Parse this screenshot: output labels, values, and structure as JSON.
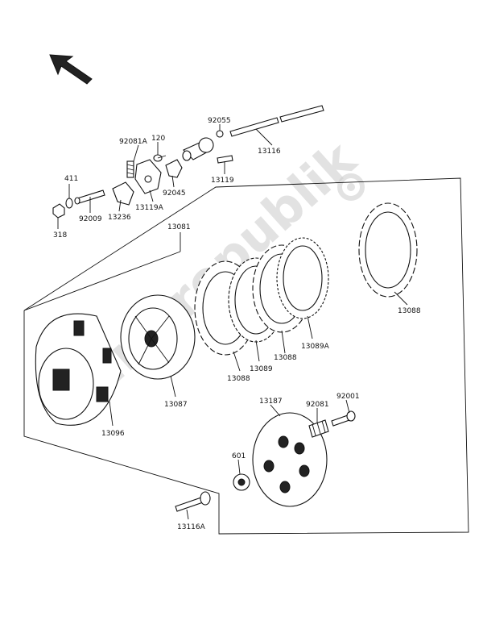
{
  "watermark": "Partsrepublik",
  "callouts": {
    "p92055": "92055",
    "p92081A": "92081A",
    "p120": "120",
    "p13116": "13116",
    "p13119": "13119",
    "p92045": "92045",
    "p13119A": "13119A",
    "p13236": "13236",
    "p411": "411",
    "p92009": "92009",
    "p318": "318",
    "p13081": "13081",
    "p13088_right": "13088",
    "p13089A": "13089A",
    "p13088_mid": "13088",
    "p13089": "13089",
    "p13088_left": "13088",
    "p13087": "13087",
    "p13096": "13096",
    "p13187": "13187",
    "p92081": "92081",
    "p92001": "92001",
    "p601": "601",
    "p13116A": "13116A"
  }
}
